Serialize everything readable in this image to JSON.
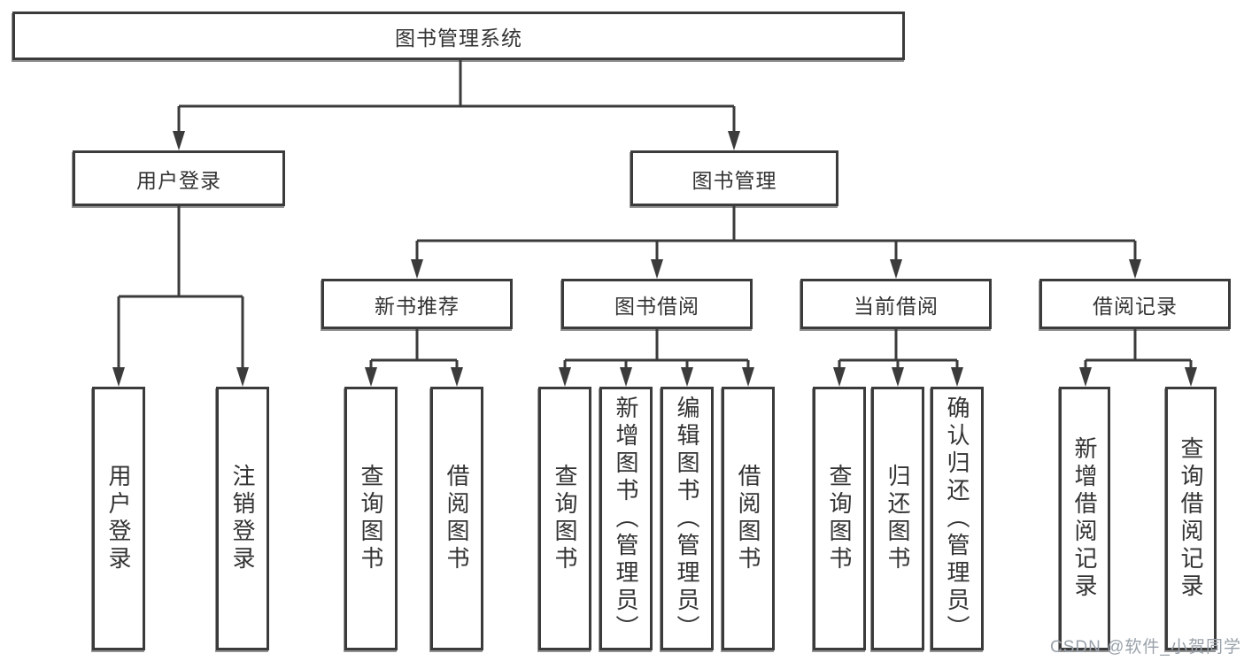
{
  "diagram": {
    "tree": {
      "label": "图书管理系统",
      "children": [
        {
          "label": "用户登录",
          "children": [
            {
              "label": "用户登录"
            },
            {
              "label": "注销登录"
            }
          ]
        },
        {
          "label": "图书管理",
          "children": [
            {
              "label": "新书推荐",
              "children": [
                {
                  "label": "查询图书"
                },
                {
                  "label": "借阅图书"
                }
              ]
            },
            {
              "label": "图书借阅",
              "children": [
                {
                  "label": "查询图书"
                },
                {
                  "label": "新增图书（管理员）"
                },
                {
                  "label": "编辑图书（管理员）"
                },
                {
                  "label": "借阅图书"
                }
              ]
            },
            {
              "label": "当前借阅",
              "children": [
                {
                  "label": "查询图书"
                },
                {
                  "label": "归还图书"
                },
                {
                  "label": "确认归还（管理员）"
                }
              ]
            },
            {
              "label": "借阅记录",
              "children": [
                {
                  "label": "新增借阅记录"
                },
                {
                  "label": "查询借阅记录"
                }
              ]
            }
          ]
        }
      ]
    },
    "colors": {
      "line": "#3b3b3b",
      "box_border": "#3b3b3b",
      "text": "#333333",
      "background": "#ffffff",
      "watermark": "#9aa2ab"
    }
  },
  "watermark": {
    "text": "CSDN @软件_小贺同学"
  }
}
